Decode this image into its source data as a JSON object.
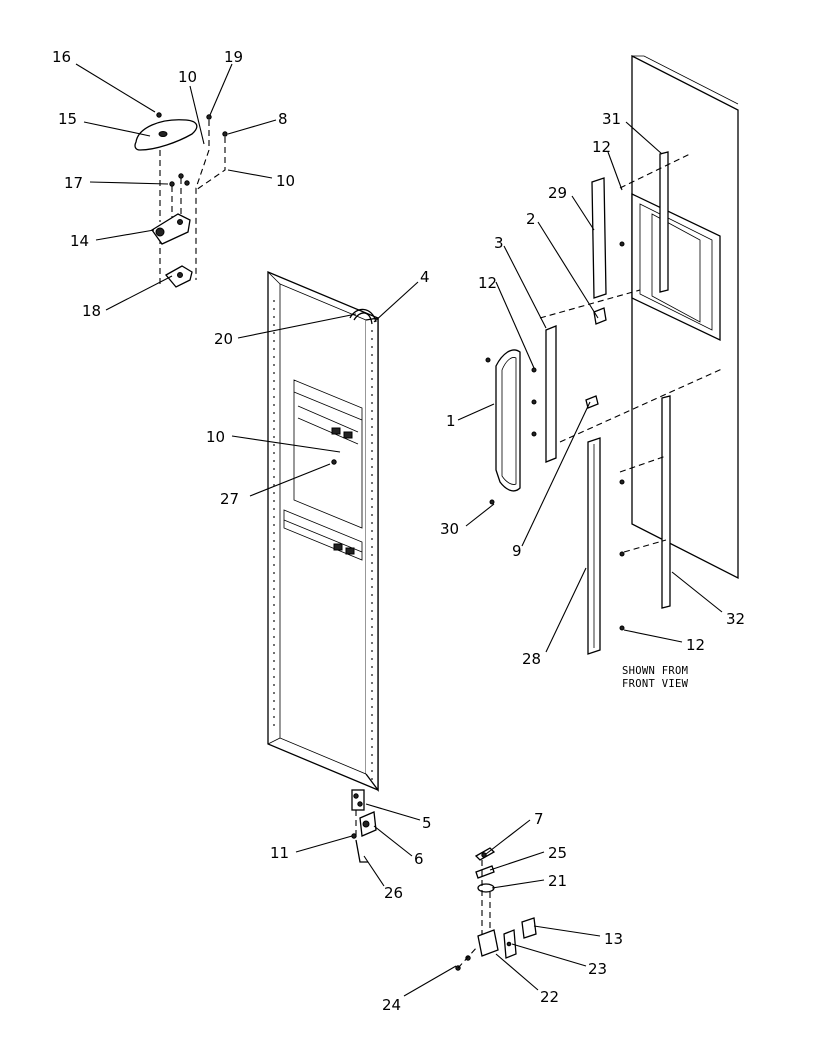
{
  "callouts": [
    {
      "id": "c16",
      "text": "16"
    },
    {
      "id": "c10a",
      "text": "10"
    },
    {
      "id": "c19",
      "text": "19"
    },
    {
      "id": "c15",
      "text": "15"
    },
    {
      "id": "c8",
      "text": "8"
    },
    {
      "id": "c17",
      "text": "17"
    },
    {
      "id": "c10b",
      "text": "10"
    },
    {
      "id": "c14",
      "text": "14"
    },
    {
      "id": "c18",
      "text": "18"
    },
    {
      "id": "c4",
      "text": "4"
    },
    {
      "id": "c20",
      "text": "20"
    },
    {
      "id": "c10c",
      "text": "10"
    },
    {
      "id": "c27",
      "text": "27"
    },
    {
      "id": "c5",
      "text": "5"
    },
    {
      "id": "c11",
      "text": "11"
    },
    {
      "id": "c6",
      "text": "6"
    },
    {
      "id": "c26",
      "text": "26"
    },
    {
      "id": "c31",
      "text": "31"
    },
    {
      "id": "c12a",
      "text": "12"
    },
    {
      "id": "c29",
      "text": "29"
    },
    {
      "id": "c2",
      "text": "2"
    },
    {
      "id": "c3",
      "text": "3"
    },
    {
      "id": "c12b",
      "text": "12"
    },
    {
      "id": "c1",
      "text": "1"
    },
    {
      "id": "c30",
      "text": "30"
    },
    {
      "id": "c9",
      "text": "9"
    },
    {
      "id": "c28",
      "text": "28"
    },
    {
      "id": "c32",
      "text": "32"
    },
    {
      "id": "c12c",
      "text": "12"
    },
    {
      "id": "c7",
      "text": "7"
    },
    {
      "id": "c25",
      "text": "25"
    },
    {
      "id": "c21",
      "text": "21"
    },
    {
      "id": "c13",
      "text": "13"
    },
    {
      "id": "c23",
      "text": "23"
    },
    {
      "id": "c24",
      "text": "24"
    },
    {
      "id": "c22",
      "text": "22"
    }
  ],
  "note": {
    "line1": "SHOWN FROM",
    "line2": "FRONT VIEW"
  }
}
